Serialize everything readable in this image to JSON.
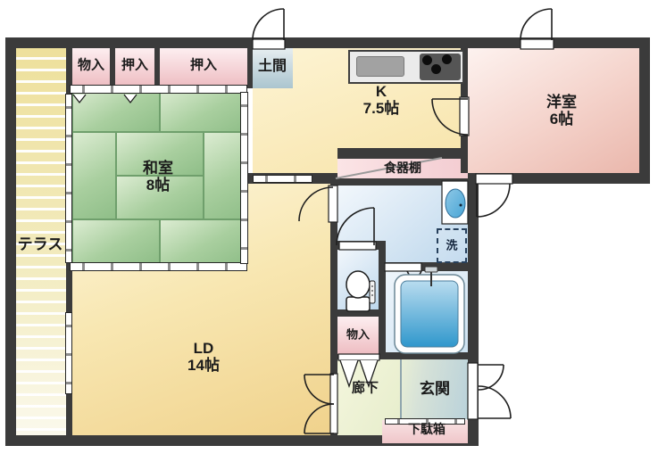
{
  "rooms": {
    "terrace": {
      "label": "テラス"
    },
    "storage_top": {
      "label": "物入"
    },
    "closet_left": {
      "label": "押入"
    },
    "closet_right": {
      "label": "押入"
    },
    "doma": {
      "label": "土間"
    },
    "kitchen": {
      "label": "K",
      "size": "7.5帖"
    },
    "japanese_room": {
      "label": "和室",
      "size": "8帖"
    },
    "western_room": {
      "label": "洋室",
      "size": "6帖"
    },
    "living_dining": {
      "label": "LD",
      "size": "14帖"
    },
    "cupboard": {
      "label": "食器棚"
    },
    "laundry_space": {
      "label": "洗"
    },
    "storage_bottom": {
      "label": "物入"
    },
    "hallway": {
      "label": "廊下"
    },
    "entrance": {
      "label": "玄関"
    },
    "shoe_cabinet": {
      "label": "下駄箱"
    }
  },
  "colors": {
    "wall": "#3b3b3b",
    "wood_floor": "#f0d28c",
    "tatami_green": "#a9cf9f",
    "closet_pink": "#eebdc2",
    "water_blue": "#bdd7ec",
    "doma_gray": "#abc5cf",
    "entrance_blue": "#bad2da",
    "hallway_green": "#f4f6dd",
    "bathtub_blue": "#2f97cc"
  }
}
